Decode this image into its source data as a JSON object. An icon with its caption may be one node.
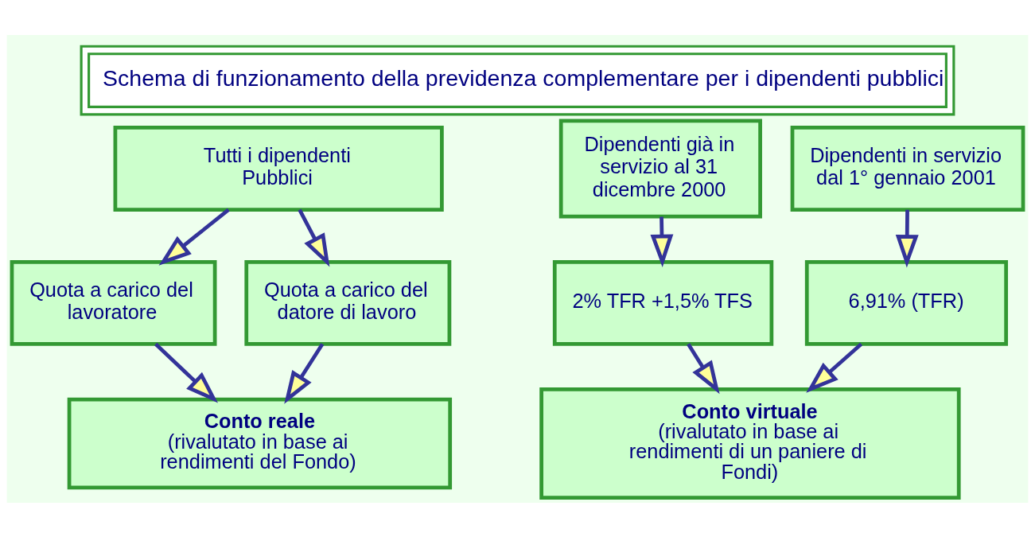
{
  "diagram": {
    "title": "Schema di funzionamento della previdenza complementare per i dipendenti pubblici",
    "nodes": [
      {
        "text": [
          "Tutti i dipendenti Pubblici"
        ]
      },
      {
        "text": [
          "Dipendenti già in servizio al 31 dicembre 2000"
        ]
      },
      {
        "text": [
          "Dipendenti in servizio dal 1° gennaio 2001"
        ]
      },
      {
        "text": [
          "Quota a carico del lavoratore"
        ]
      },
      {
        "text": [
          "Quota a carico del datore di lavoro"
        ]
      },
      {
        "text": [
          "2% TFR +1,5% TFS"
        ]
      },
      {
        "text": [
          "6,91% (TFR)"
        ]
      },
      {
        "text": [
          "Conto reale",
          "(rivalutato in base ai rendimenti del Fondo)"
        ]
      },
      {
        "text": [
          "Conto virtuale",
          "(rivalutato in base ai rendimenti di un paniere di Fondi)"
        ]
      }
    ],
    "edges": [
      {
        "from": 0,
        "to": 3,
        "arrow": "to"
      },
      {
        "from": 0,
        "to": 4,
        "arrow": "to"
      },
      {
        "from": 1,
        "to": 5,
        "arrow": "to"
      },
      {
        "from": 2,
        "to": 6,
        "arrow": "to"
      },
      {
        "from": 3,
        "to": 7,
        "arrow": "to"
      },
      {
        "from": 4,
        "to": 7,
        "arrow": "to"
      },
      {
        "from": 5,
        "to": 8,
        "arrow": "to"
      },
      {
        "from": 6,
        "to": 8,
        "arrow": "to"
      }
    ]
  }
}
